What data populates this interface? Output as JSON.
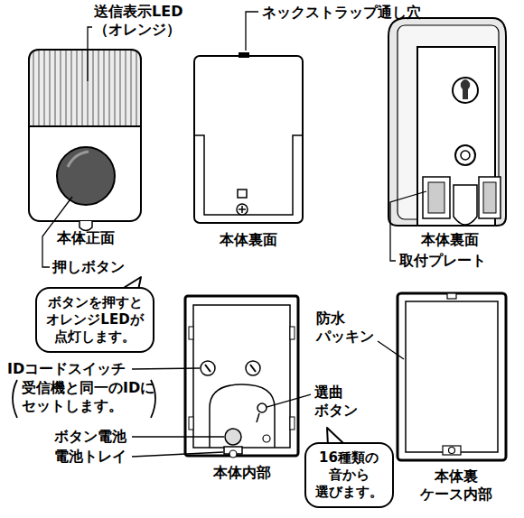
{
  "diagram": {
    "nodes": [
      {
        "text": [
          "ボタンを押すと オレンジLEDが 点灯します。"
        ]
      },
      {
        "text": [
          "16種類の 音から 選びます。"
        ]
      }
    ],
    "labels": [
      "送信表示LED （オレンジ）",
      "ネックストラップ通し穴",
      "本体正面",
      "押しボタン",
      "本体裏面",
      "本体裏面",
      "取付プレート",
      "IDコードスイッチ",
      "受信機と同一のIDに セットします。",
      "ボタン電池",
      "電池トレイ",
      "本体内部",
      "選曲 ボタン",
      "防水 パッキン",
      "本体裏 ケース内部"
    ]
  }
}
